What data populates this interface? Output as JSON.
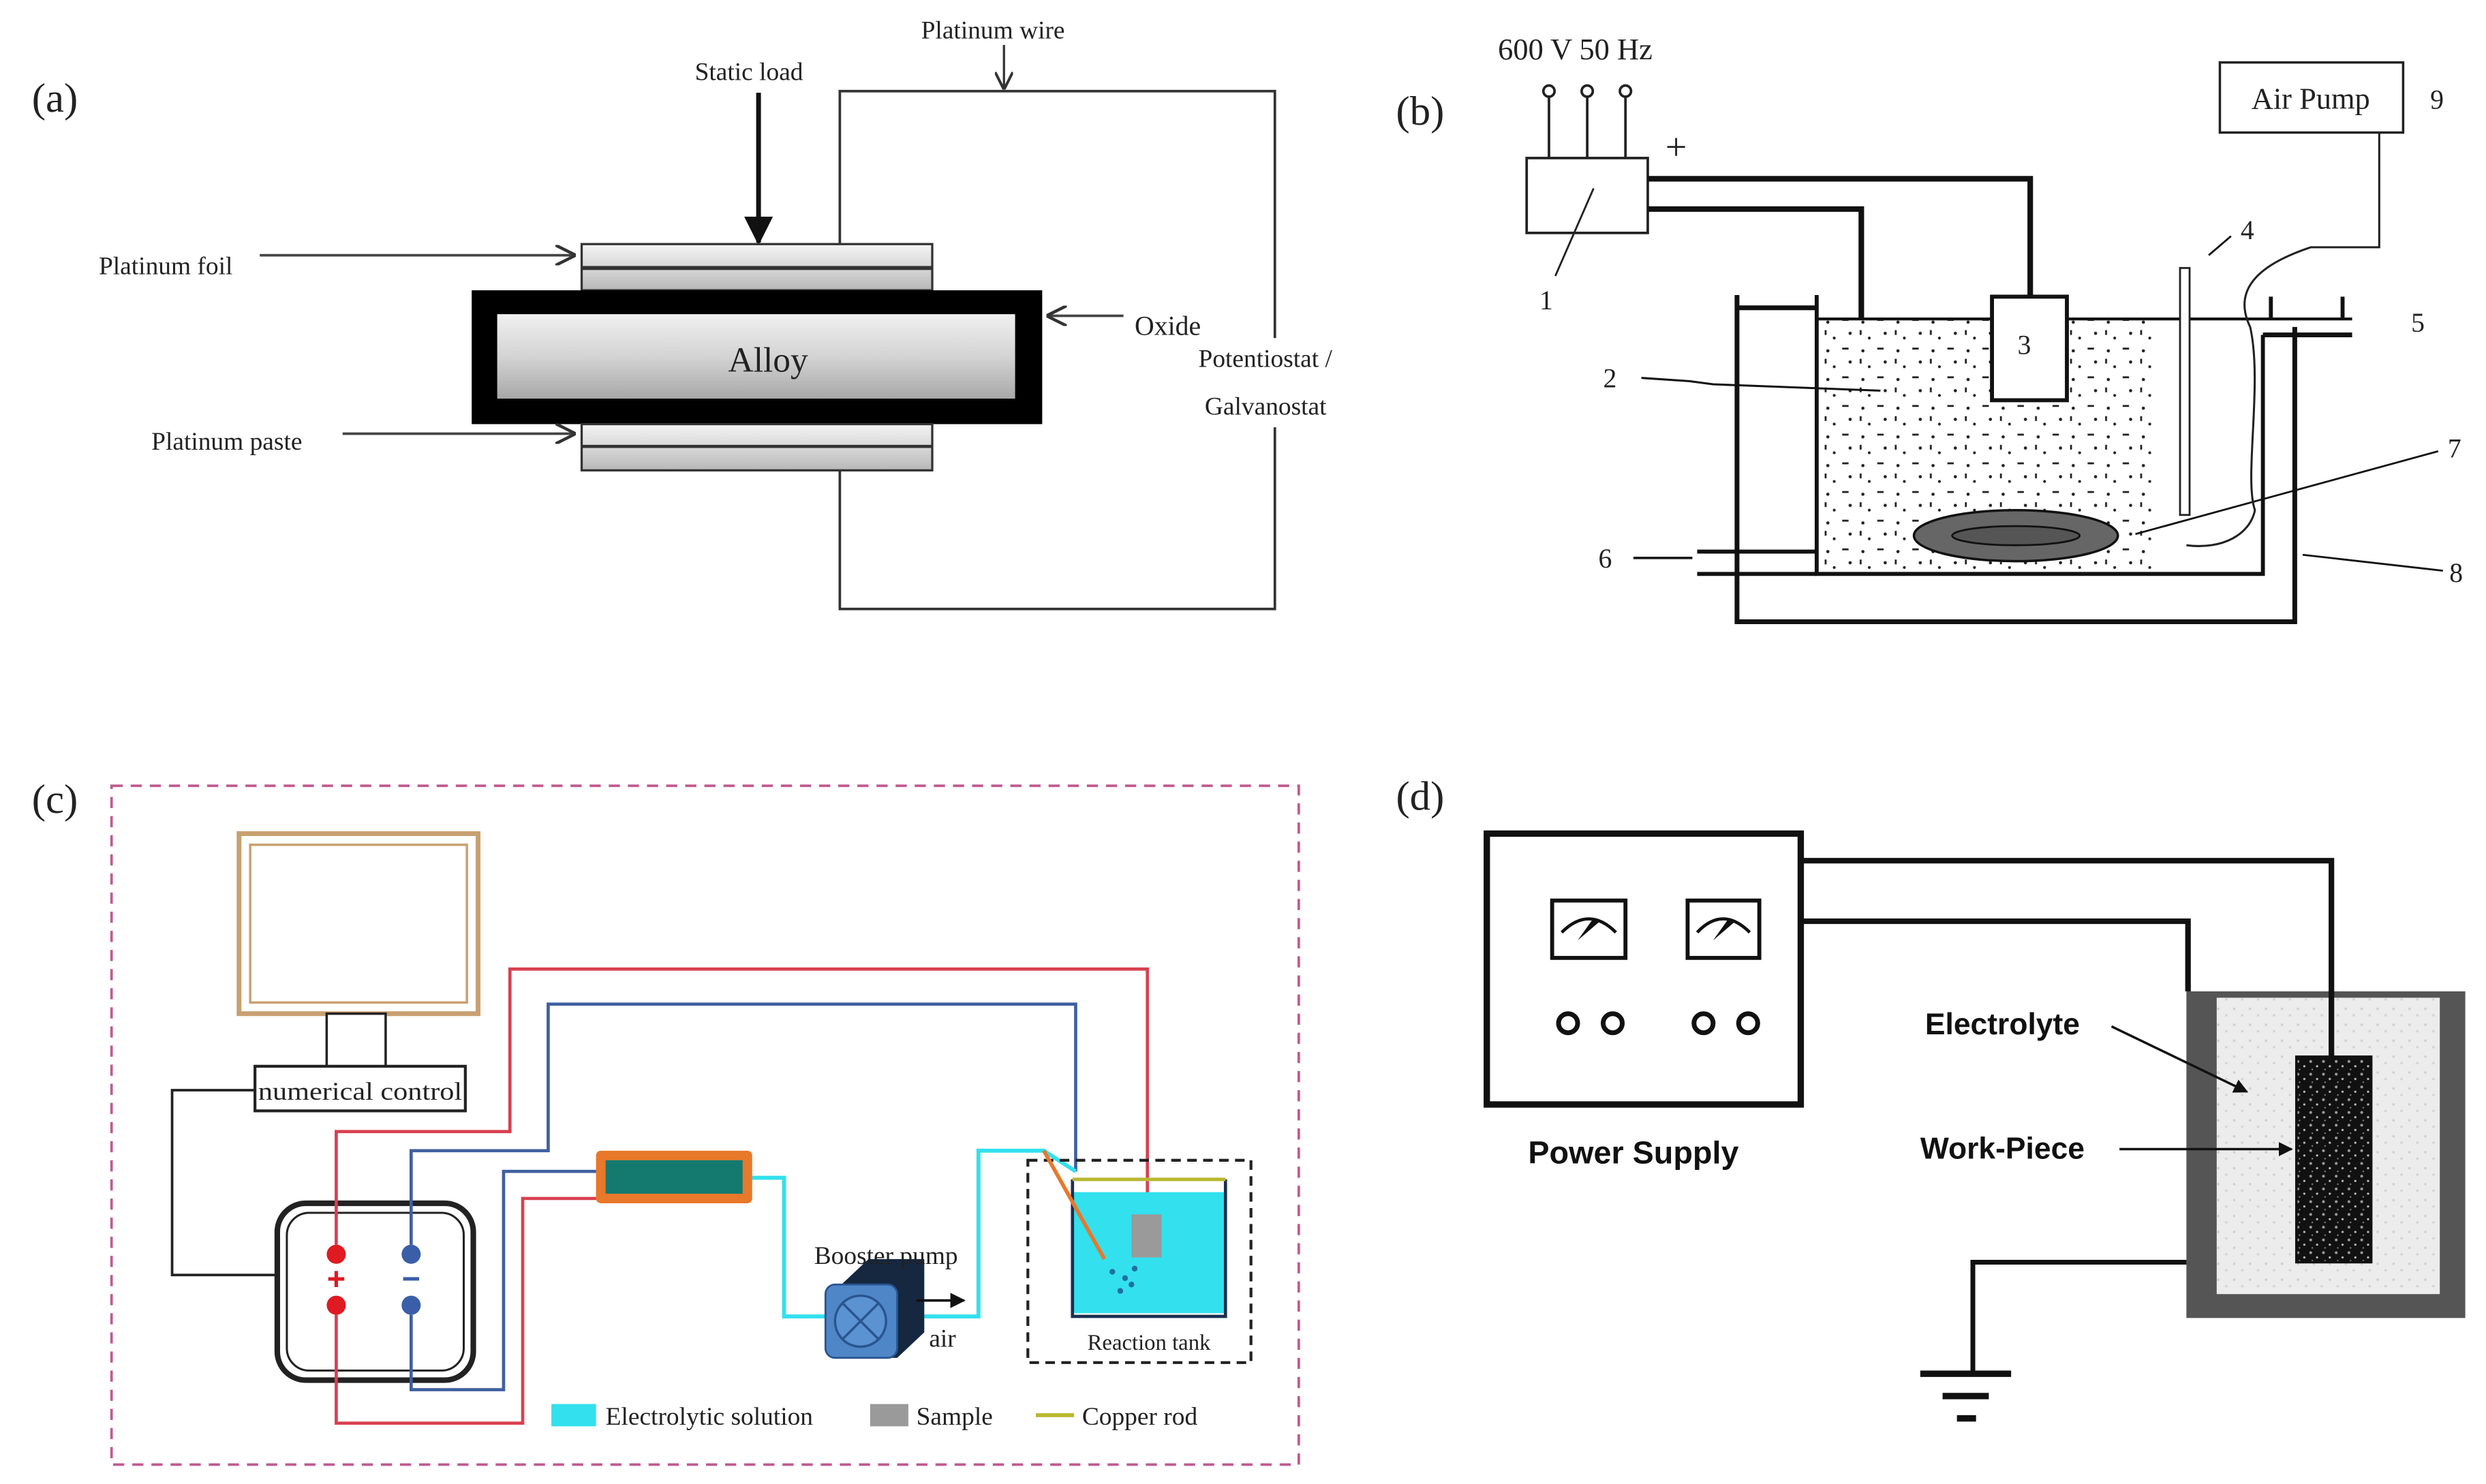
{
  "figure": {
    "panels": {
      "a": {
        "label": "(a)",
        "labels": {
          "static_load": "Static load",
          "platinum_wire": "Platinum wire",
          "platinum_foil": "Platinum foil",
          "platinum_paste": "Platinum paste",
          "oxide": "Oxide",
          "alloy": "Alloy",
          "potentiostat_line1": "Potentiostat /",
          "potentiostat_line2": "Galvanostat"
        }
      },
      "b": {
        "label": "(b)",
        "labels": {
          "supply": "600 V 50 Hz",
          "plus": "+",
          "air_pump": "Air Pump",
          "n1": "1",
          "n2": "2",
          "n3": "3",
          "n4": "4",
          "n5": "5",
          "n6": "6",
          "n7": "7",
          "n8": "8",
          "n9": "9"
        }
      },
      "c": {
        "label": "(c)",
        "labels": {
          "numerical_control": "numerical control",
          "plus": "+",
          "minus": "−",
          "booster_pump": "Booster pump",
          "air": "air",
          "reaction_tank": "Reaction tank"
        },
        "legend": [
          {
            "label": "Electrolytic solution",
            "color": "#33e0ee"
          },
          {
            "label": "Sample",
            "color": "#9a9a9a"
          },
          {
            "label": "Copper rod",
            "color": "#b8b830"
          }
        ],
        "colors": {
          "positive_wire": "#d84050",
          "negative_wire": "#3f5f9f",
          "electrolyte": "#33e0ee",
          "monitor_frame": "#c8a070",
          "heater_outer": "#e8782a",
          "heater_inner": "#147a70",
          "pump": "#4f86c8",
          "border": "#c05a90"
        }
      },
      "d": {
        "label": "(d)",
        "labels": {
          "power_supply": "Power Supply",
          "electrolyte": "Electrolyte",
          "work_piece": "Work-Piece"
        }
      }
    }
  }
}
